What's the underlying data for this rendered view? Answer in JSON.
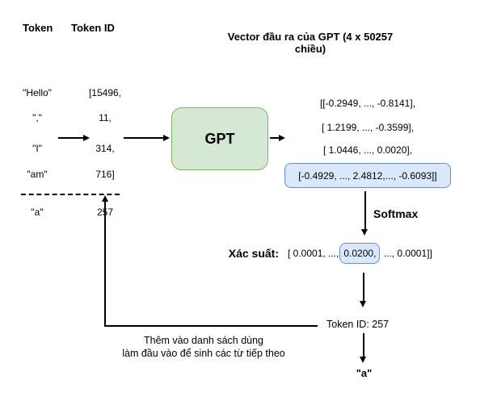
{
  "colors": {
    "green_fill": "#d5e8d4",
    "green_border": "#82b366",
    "blue_fill": "#dae8fc",
    "blue_border": "#6c8ebf"
  },
  "title": "Vector đầu ra của GPT (4 x 50257 chiều)",
  "header": {
    "token": "Token",
    "token_id": "Token ID"
  },
  "token_table": {
    "rows": [
      {
        "token": "\"Hello\"",
        "id": "[15496,"
      },
      {
        "token": "\",\"",
        "id": "11,"
      },
      {
        "token": "\"I\"",
        "id": "314,"
      },
      {
        "token": "\"am\"",
        "id": "716]"
      }
    ],
    "appended_row": {
      "token": "\"a\"",
      "id": "257"
    }
  },
  "gpt_box": {
    "label": "GPT"
  },
  "output_vectors": {
    "rows": [
      "[[-0.2949, ..., -0.8141],",
      "[ 1.2199, ..., -0.3599],",
      "[ 1.0446, ..., 0.0020],"
    ],
    "highlighted_row": "[-0.4929, ..., 2.4812,..., -0.6093]]"
  },
  "softmax_label": "Softmax",
  "probability": {
    "label": "Xác suất:",
    "prefix": "[ 0.0001, ...,",
    "highlight": "0.0200,",
    "suffix": " ..., 0.0001]]"
  },
  "token_id_result": "Token ID: 257",
  "result_token": "\"a\"",
  "feedback_caption": {
    "line1": "Thêm vào danh sách dùng",
    "line2": "làm đầu vào để sinh các từ tiếp theo"
  }
}
